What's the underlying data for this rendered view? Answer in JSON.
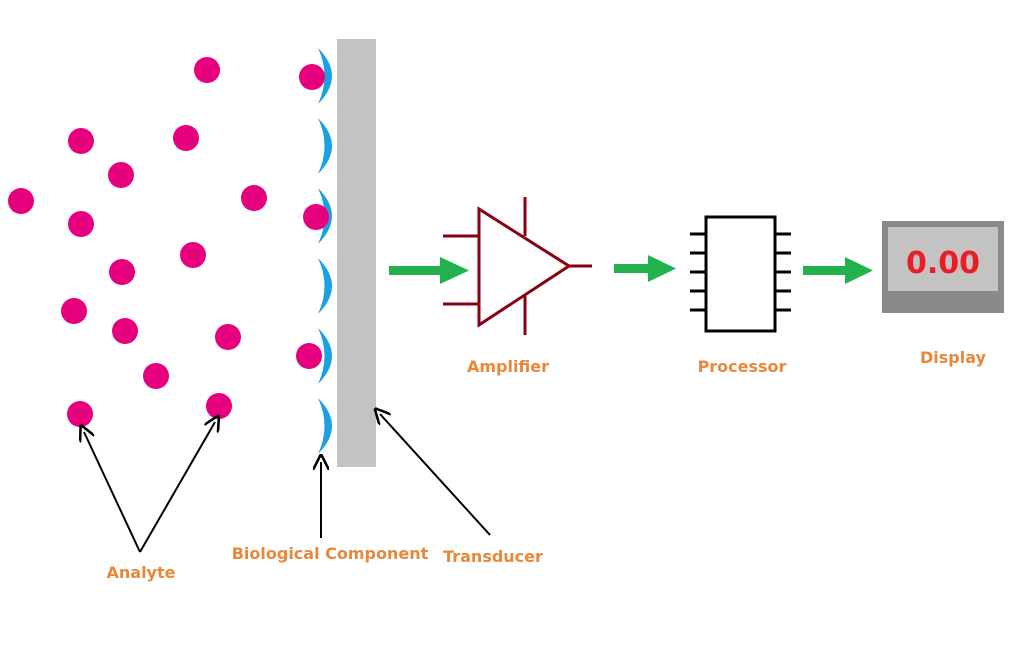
{
  "colors": {
    "analyte": "#e6007e",
    "receptor": "#1ba1e2",
    "transducer": "#c3c3c3",
    "amplifier": "#880015",
    "processor": "#000000",
    "flow_arrow": "#22b14c",
    "pointer_arrow": "#000000",
    "label": "#e8883a",
    "display_frame": "#8a8a8a",
    "display_screen": "#c3c3c3",
    "display_digits": "#ed1c24"
  },
  "icons": {
    "analyte": "analyte-dot-icon",
    "receptor": "receptor-crescent-icon",
    "amplifier": "amplifier-triangle-icon",
    "processor": "chip-icon",
    "display": "display-screen-icon",
    "flow": "right-arrow-icon"
  },
  "labels": {
    "analyte": "Analyte",
    "biological_component": "Biological Component",
    "transducer": "Transducer",
    "amplifier": "Amplifier",
    "processor": "Processor",
    "display": "Display"
  },
  "display": {
    "value": "0.00"
  }
}
